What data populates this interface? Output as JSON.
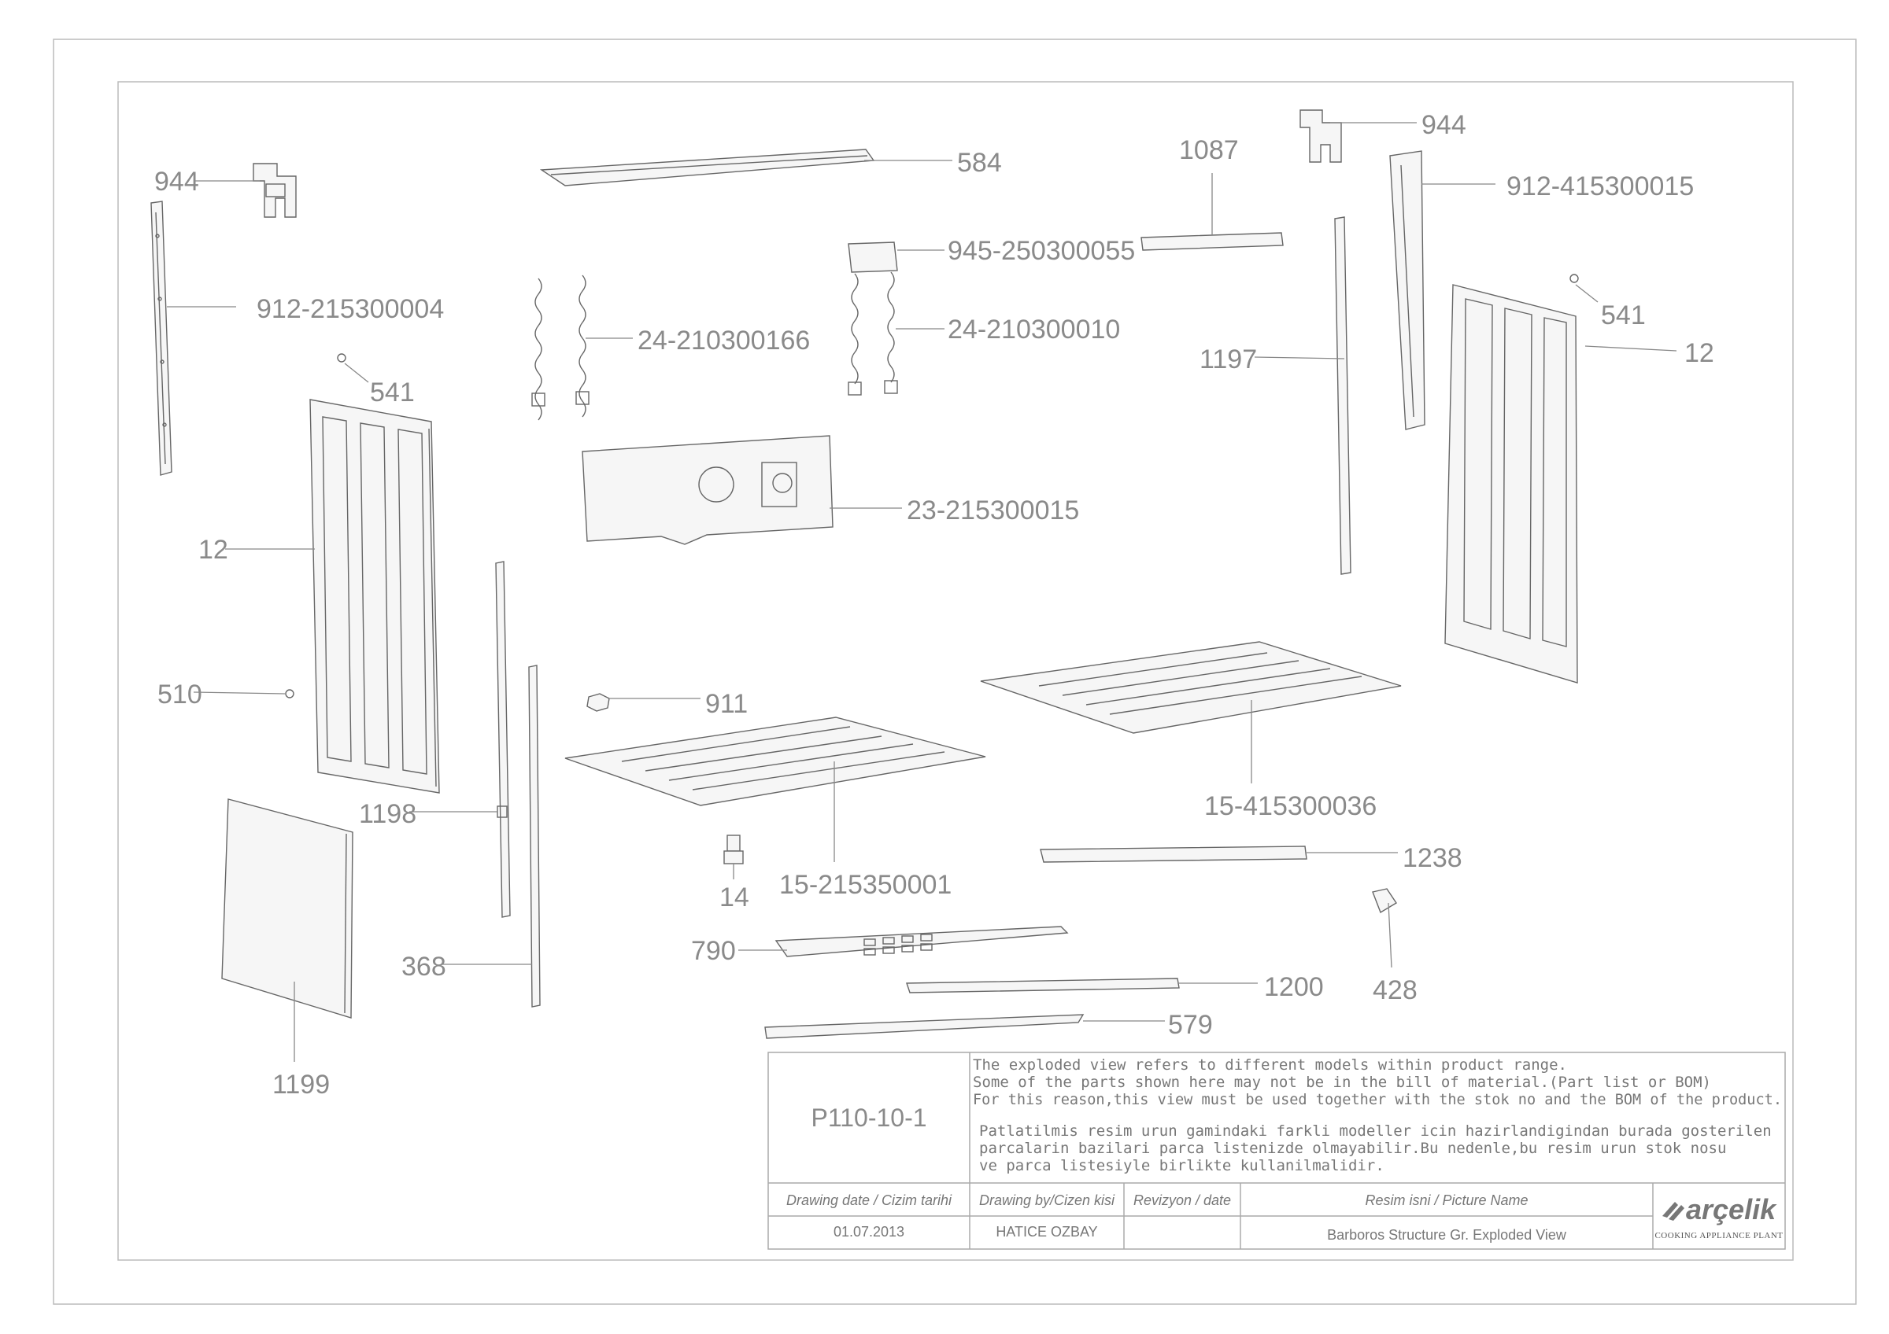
{
  "labels": [
    {
      "id": "944-left",
      "text": "944"
    },
    {
      "id": "912-215300004",
      "text": "912-215300004"
    },
    {
      "id": "541-left",
      "text": "541"
    },
    {
      "id": "12-left",
      "text": "12"
    },
    {
      "id": "510",
      "text": "510"
    },
    {
      "id": "1198",
      "text": "1198"
    },
    {
      "id": "368",
      "text": "368"
    },
    {
      "id": "1199",
      "text": "1199"
    },
    {
      "id": "584",
      "text": "584"
    },
    {
      "id": "945-250300055",
      "text": "945-250300055"
    },
    {
      "id": "24-210300166",
      "text": "24-210300166"
    },
    {
      "id": "24-210300010",
      "text": "24-210300010"
    },
    {
      "id": "23-215300015",
      "text": "23-215300015"
    },
    {
      "id": "911",
      "text": "911"
    },
    {
      "id": "14",
      "text": "14"
    },
    {
      "id": "15-215350001",
      "text": "15-215350001"
    },
    {
      "id": "790",
      "text": "790"
    },
    {
      "id": "579",
      "text": "579"
    },
    {
      "id": "1200",
      "text": "1200"
    },
    {
      "id": "1238",
      "text": "1238"
    },
    {
      "id": "428",
      "text": "428"
    },
    {
      "id": "15-415300036",
      "text": "15-415300036"
    },
    {
      "id": "1087",
      "text": "1087"
    },
    {
      "id": "1197",
      "text": "1197"
    },
    {
      "id": "944-right",
      "text": "944"
    },
    {
      "id": "912-415300015",
      "text": "912-415300015"
    },
    {
      "id": "541-right",
      "text": "541"
    },
    {
      "id": "12-right",
      "text": "12"
    }
  ],
  "title_block": {
    "drawing_code": "P110-10-1",
    "note_en": [
      "The exploded view refers to different models within product range.",
      "Some of the parts shown here may not be in the bill of material.(Part list or BOM)",
      "For this reason,this view must be used together with the stok no and the BOM of the product."
    ],
    "note_tr": [
      "Patlatilmis resim urun gamindaki farkli modeller icin hazirlandigindan burada gosterilen",
      "parcalarin bazilari parca listenizde olmayabilir.Bu nedenle,bu resim urun stok nosu",
      "ve parca listesiyle birlikte kullanilmalidir."
    ],
    "headers": {
      "drawing_date": "Drawing date / Cizim tarihi",
      "drawing_by": "Drawing by/Cizen kisi",
      "revision": "Revizyon / date",
      "picture_name": "Resim isni / Picture Name"
    },
    "values": {
      "drawing_date": "01.07.2013",
      "drawing_by": "HATICE OZBAY",
      "revision": "",
      "picture_name": "Barboros Structure Gr. Exploded View"
    },
    "brand": "arçelik",
    "brand_sub": "COOKING APPLIANCE PLANT"
  },
  "colors": {
    "line": "#666666",
    "label": "#8a8a8a",
    "frame": "#bbbbbb"
  }
}
